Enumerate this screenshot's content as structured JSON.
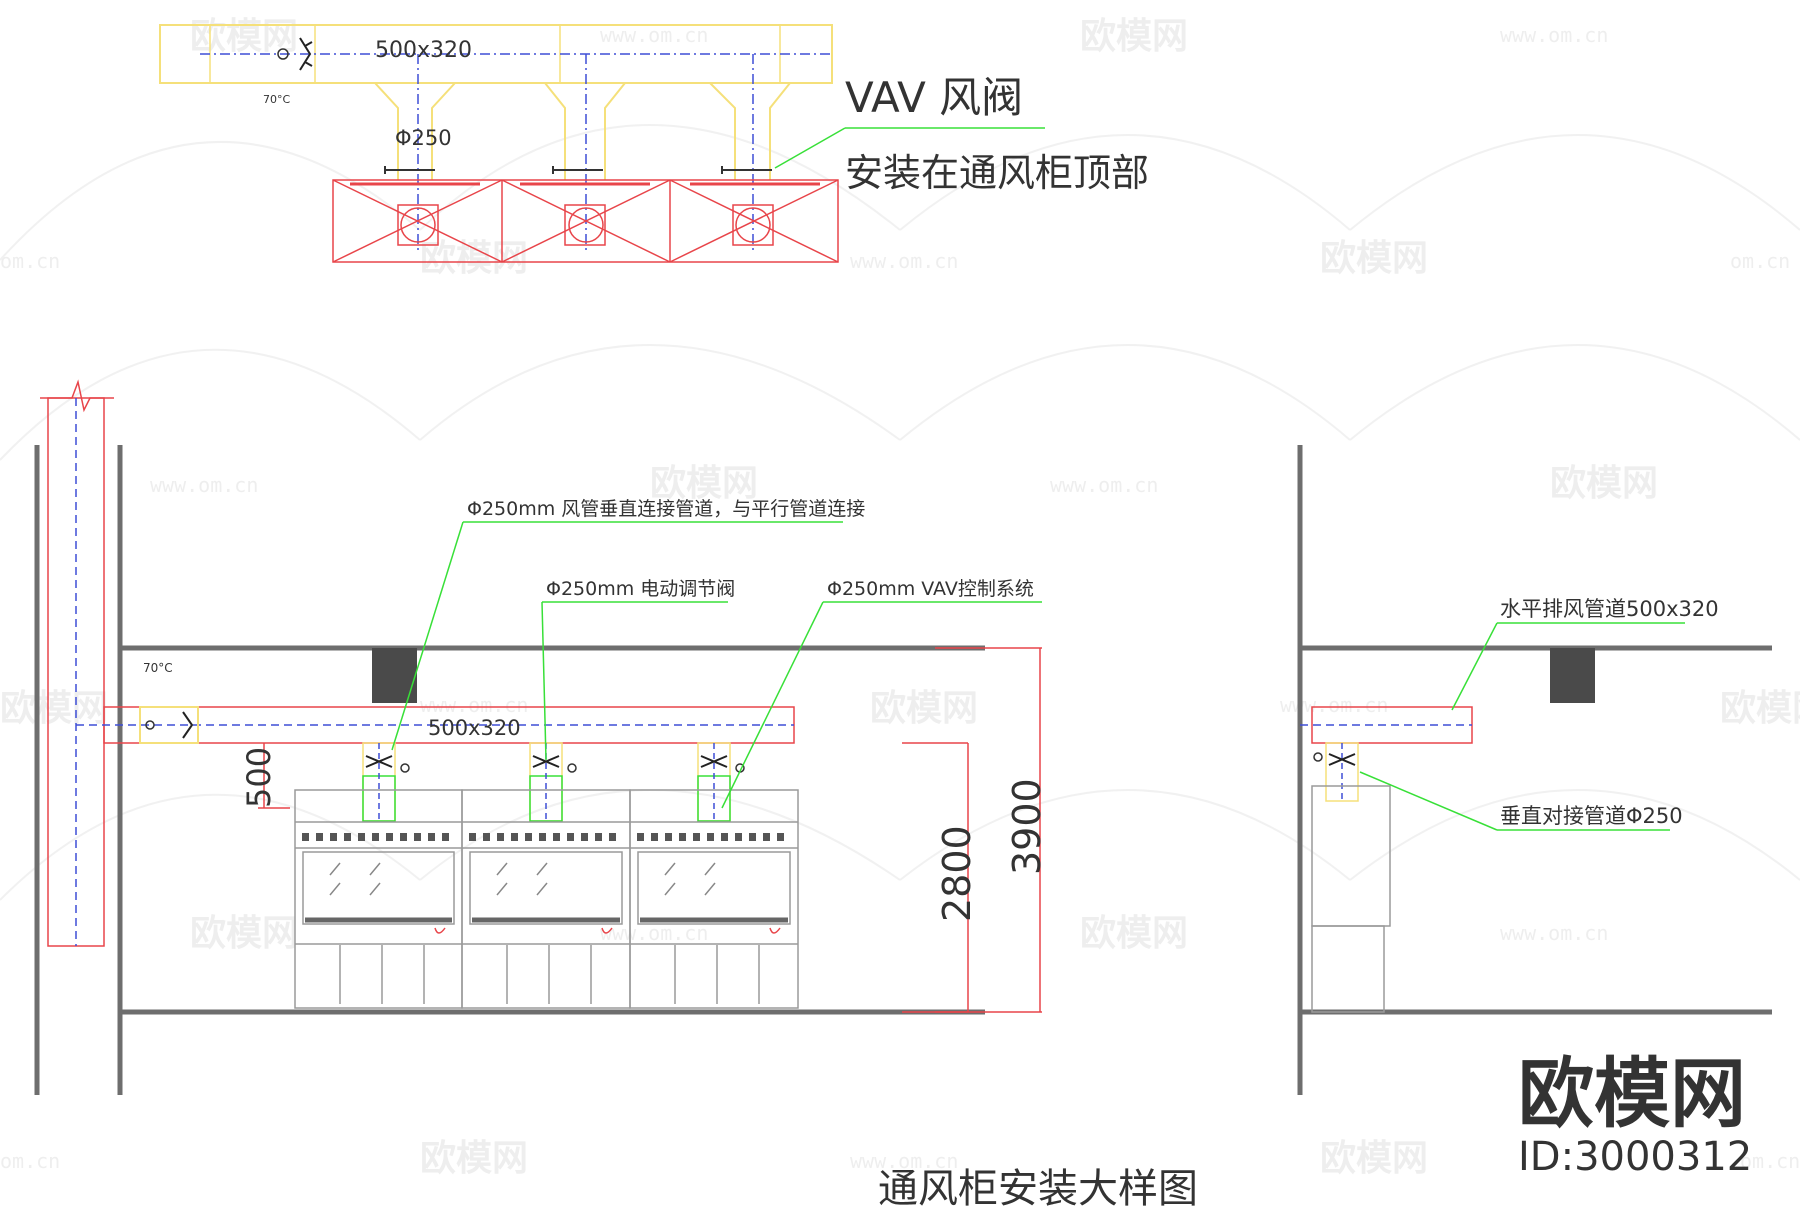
{
  "watermark": {
    "logo_text": "欧模网",
    "url_text": "www.om.cn",
    "url_fragment": "om.cn",
    "id_logo": "欧模网",
    "id_text": "ID:3000312"
  },
  "colors": {
    "duct_yellow": "#f5e07a",
    "hood_red": "#e8454a",
    "axis_blue": "#3e4fd6",
    "leader_green": "#38e038",
    "wall_gray": "#6e6e6e",
    "line_gray": "#9a9a9a",
    "dark_block": "#4a4a4a",
    "text": "#333333"
  },
  "plan_view": {
    "duct_size": "500x320",
    "fire_damper_temp": "70°C",
    "branch_size": "Φ250",
    "vav_label": "VAV 风阀",
    "vav_note": "安装在通风柜顶部"
  },
  "elevation_view": {
    "callout_vertical": "Φ250mm 风管垂直连接管道，与平行管道连接",
    "callout_damper": "Φ250mm 电动调节阀",
    "callout_vav": "Φ250mm VAV控制系统",
    "fire_damper_temp": "70°C",
    "duct_size": "500x320",
    "dim_500": "500",
    "dim_2800": "2800",
    "dim_3900": "3900"
  },
  "section_view": {
    "callout_horizontal": "水平排风管道500x320",
    "callout_vertical": "垂直对接管道Φ250"
  },
  "drawing_title": "通风柜安装大样图"
}
